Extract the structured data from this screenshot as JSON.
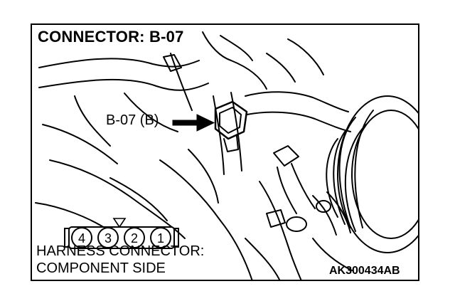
{
  "title": "CONNECTOR: B-07",
  "callout_label": "B-07 (B)",
  "harness_line1": "HARNESS CONNECTOR:",
  "harness_line2": "COMPONENT SIDE",
  "figure_code": "AK300434AB",
  "connector": {
    "pins": [
      "4",
      "3",
      "2",
      "1"
    ]
  },
  "colors": {
    "ink": "#000000",
    "paper": "#ffffff"
  }
}
